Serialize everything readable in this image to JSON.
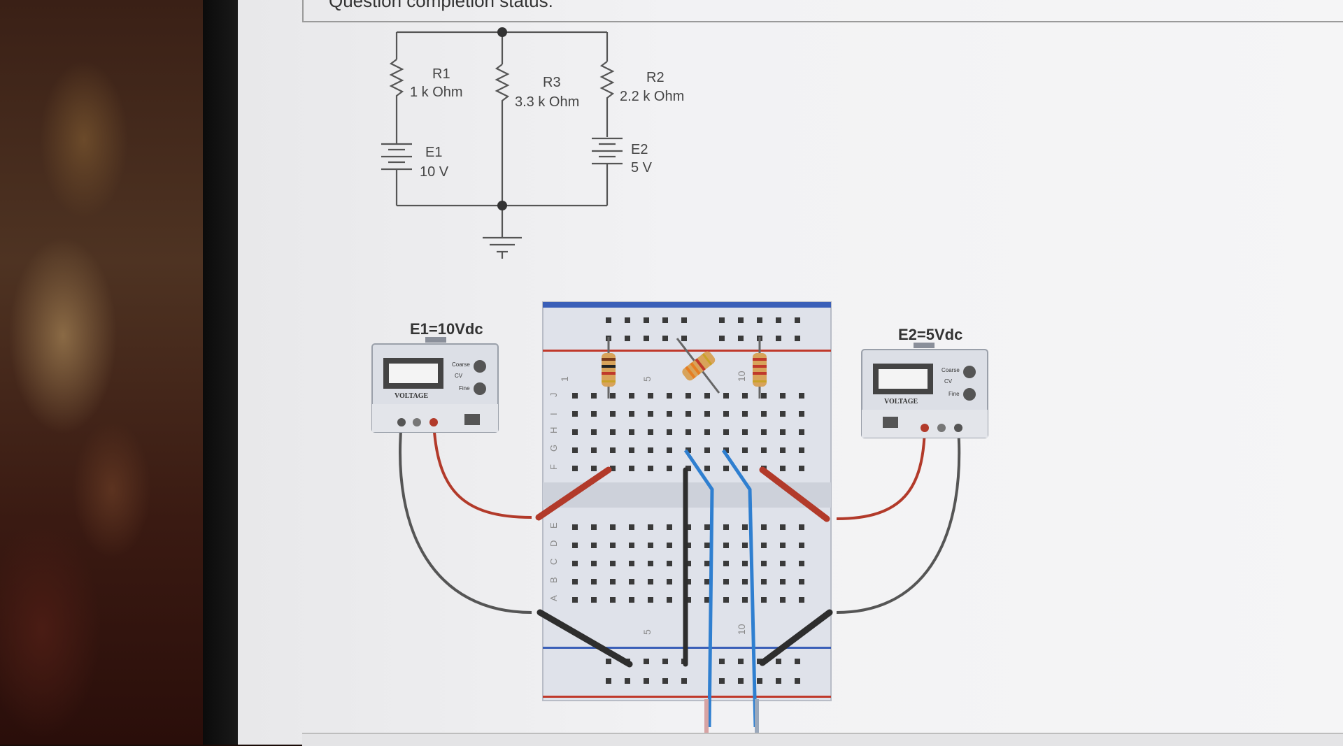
{
  "page": {
    "heading": "Question completion status:"
  },
  "schematic": {
    "r1": {
      "name": "R1",
      "value": "1 k Ohm"
    },
    "r3": {
      "name": "R3",
      "value": "3.3 k Ohm"
    },
    "r2": {
      "name": "R2",
      "value": "2.2 k Ohm"
    },
    "e1": {
      "name": "E1",
      "value": "10 V"
    },
    "e2": {
      "name": "E2",
      "value": "5 V"
    }
  },
  "supply_left": {
    "title": "E1=10Vdc",
    "panel_label": "VOLTAGE",
    "knob1": "Coarse",
    "knob2": "Fine",
    "cv_label": "CV"
  },
  "supply_right": {
    "title": "E2=5Vdc",
    "panel_label": "VOLTAGE",
    "knob1": "Coarse",
    "knob2": "Fine",
    "cv_label": "CV"
  },
  "breadboard": {
    "row_letters_top": [
      "J",
      "I",
      "H",
      "G",
      "F"
    ],
    "row_letters_bottom": [
      "E",
      "D",
      "C",
      "B",
      "A"
    ],
    "column_marks": [
      "1",
      "5",
      "10"
    ]
  },
  "colors": {
    "wire_red": "#b23a2a",
    "wire_black": "#2e2e2e",
    "wire_blue": "#2f7fd0",
    "breadboard": "#dfe2ea",
    "rail_blue": "#3a5fb8",
    "rail_red": "#c0392b"
  }
}
